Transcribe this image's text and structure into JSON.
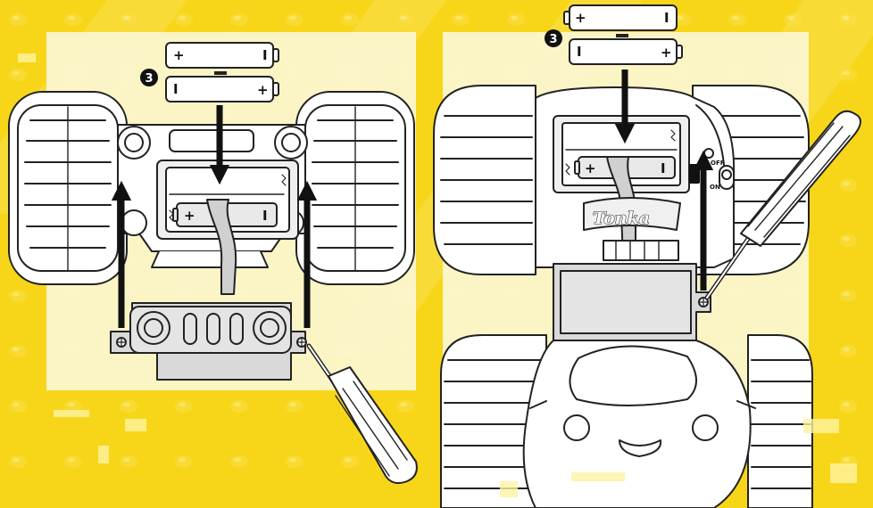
{
  "battery": {
    "plus": "+",
    "minus": "I"
  },
  "step": {
    "number": "3"
  },
  "brand": {
    "logo_text": "Tonka"
  },
  "switch": {
    "on_label": "ON",
    "off_label": "OFF"
  },
  "colors": {
    "background_yellow": "#f7d61a",
    "panel_cream": "#fbf6cf",
    "line_art": "#222222",
    "part_fill": "#ffffff",
    "battery_fill": "#e9e9e9",
    "cover_fill": "#d9d9d9",
    "arrow": "#111111"
  },
  "icons": {
    "step_marker": "circled-number-icon",
    "screwdriver": "screwdriver-icon",
    "arrow": "arrow-up-icon"
  }
}
